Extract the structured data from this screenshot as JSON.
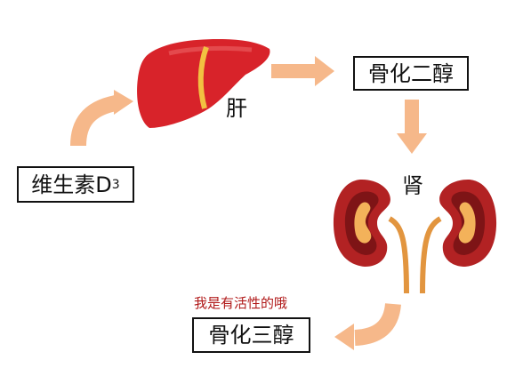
{
  "nodes": {
    "vitamin_d3": {
      "text": "维生素D",
      "subscript": "3"
    },
    "liver": "肝",
    "calcifediol": "骨化二醇",
    "kidney": "肾",
    "calcitriol": "骨化三醇"
  },
  "note": "我是有活性的哦",
  "colors": {
    "arrow": "#f6b88a",
    "liver": "#d8232a",
    "liver_band": "#f2c141",
    "kidney": "#b22223",
    "kidney_core": "#f3b25a",
    "note": "#b01818"
  }
}
